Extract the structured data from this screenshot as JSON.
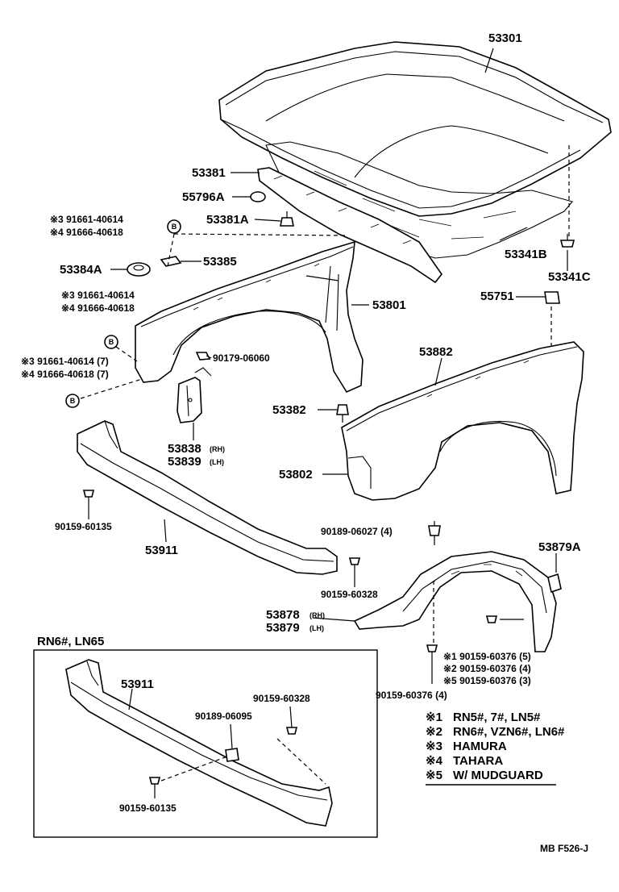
{
  "callouts": {
    "hood": "53301",
    "hood_seal": "53381",
    "cushion": "55796A",
    "seal_clip": "53381A",
    "bolt_a_1": "※3 91661-40614",
    "bolt_a_2": "※4 91666-40618",
    "support": "53384A",
    "grommet": "53385",
    "bolt_b_1": "※3 91661-40614",
    "bolt_b_2": "※4 91666-40618",
    "fender_rh": "53801",
    "bolt_c_1": "※3 91661-40614 (7)",
    "bolt_c_2": "※4 91666-40618 (7)",
    "nut": "90179-06060",
    "fender_lh": "53882",
    "stopper": "53382",
    "bracket_rh": "53838",
    "bracket_rh_side": "(RH)",
    "bracket_lh": "53839",
    "bracket_lh_side": "(LH)",
    "fender_panel": "53802",
    "hood_insulator": "53341B",
    "insulator_clip": "53341C",
    "cushion_b": "55751",
    "screw_1": "90159-60135",
    "spoiler": "53911",
    "clip_4": "90189-06027 (4)",
    "liner_bracket": "53879A",
    "screw_2": "90159-60328",
    "liner_rh": "53878",
    "liner_rh_side": "(RH)",
    "liner_lh": "53879",
    "liner_lh_side": "(LH)",
    "screw_3a": "※1 90159-60376 (5)",
    "screw_3b": "※2 90159-60376 (4)",
    "screw_3c": "※5 90159-60376 (3)",
    "screw_4": "90159-60376 (4)"
  },
  "inset": {
    "title": "RN6#, LN65",
    "spoiler": "53911",
    "screw_a": "90159-60328",
    "clip": "90189-06095",
    "screw_b": "90159-60135"
  },
  "legend": [
    {
      "mark": "※1",
      "text": "RN5#, 7#, LN5#"
    },
    {
      "mark": "※2",
      "text": "RN6#, VZN6#, LN6#"
    },
    {
      "mark": "※3",
      "text": "HAMURA"
    },
    {
      "mark": "※4",
      "text": "TAHARA"
    },
    {
      "mark": "※5",
      "text": "W/ MUDGUARD"
    }
  ],
  "bolt_symbol": "B",
  "footer": "MB  F526-J"
}
